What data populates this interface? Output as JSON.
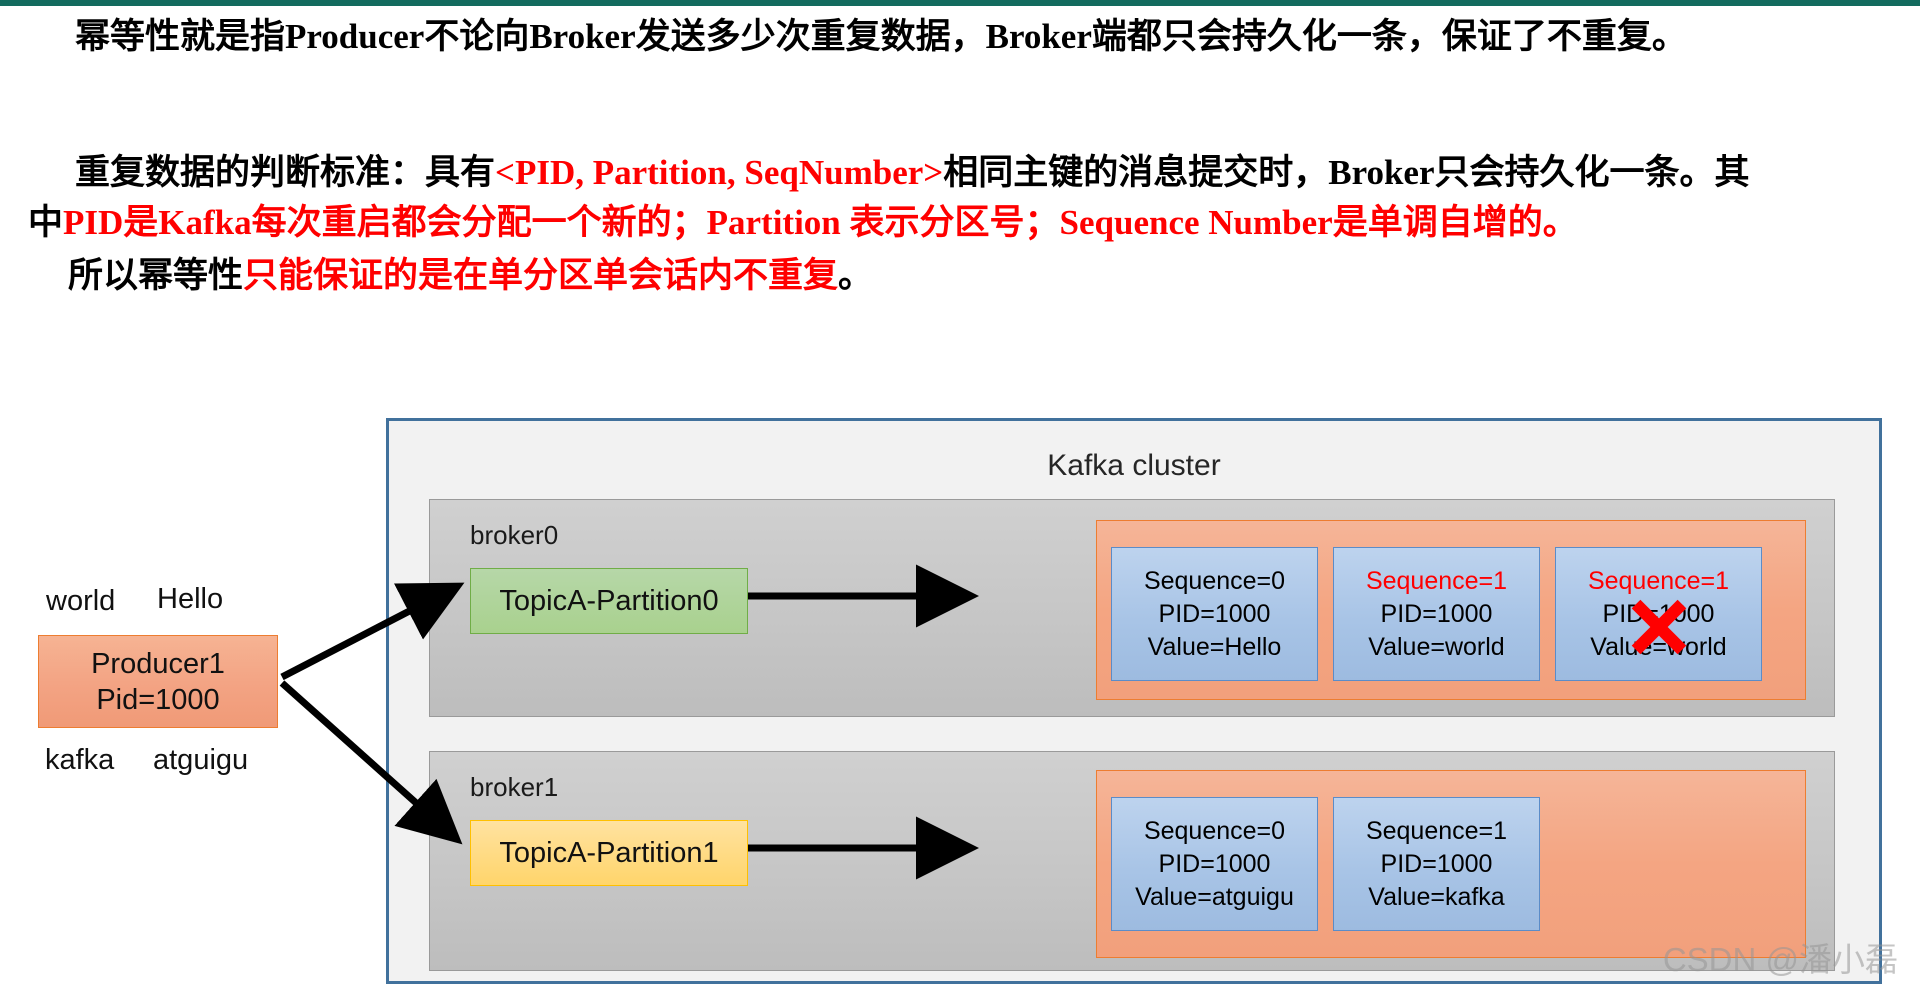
{
  "document": {
    "top_rule_color": "#136b5e",
    "paragraph_1": "幂等性就是指Producer不论向Broker发送多少次重复数据，Broker端都只会持久化一条，保证了不重复。",
    "paragraph_2": {
      "line1_prefix": "重复数据的判断标准：具有",
      "line1_red": "<PID, Partition, SeqNumber>",
      "line1_suffix": "相同主键的消息提交时，Broker只会持久化一条。其",
      "line2_prefix": "中",
      "line2_red": "PID是Kafka每次重启都会分配一个新的；Partition 表示分区号；Sequence Number是单调自增的。"
    },
    "paragraph_3": {
      "prefix": "所以幂等性",
      "red": "只能保证的是在单分区单会话内不重复",
      "suffix": "。"
    }
  },
  "diagram": {
    "title": "Kafka cluster",
    "border_color": "#41719c",
    "background_color": "#f2f2f2",
    "producer": {
      "name": "Producer1",
      "pid": "Pid=1000",
      "box_color": "#f3a383",
      "labels": {
        "top_left": "world",
        "top_right": "Hello",
        "bottom_left": "kafka",
        "bottom_right": "atguigu"
      }
    },
    "brokers": [
      {
        "label": "broker0",
        "partition": {
          "name": "TopicA-Partition0",
          "fill": "#a9d18e",
          "stroke": "#70ad47"
        },
        "messages": [
          {
            "sequence": "Sequence=0",
            "sequence_highlighted": false,
            "pid": "PID=1000",
            "value": "Value=Hello",
            "rejected": false
          },
          {
            "sequence": "Sequence=1",
            "sequence_highlighted": true,
            "pid": "PID=1000",
            "value": "Value=world",
            "rejected": false
          },
          {
            "sequence": "Sequence=1",
            "sequence_highlighted": true,
            "pid": "PID=1000",
            "value": "Value=world",
            "rejected": true
          }
        ]
      },
      {
        "label": "broker1",
        "partition": {
          "name": "TopicA-Partition1",
          "fill": "#ffd56b",
          "stroke": "#ffc000"
        },
        "messages": [
          {
            "sequence": "Sequence=0",
            "sequence_highlighted": false,
            "pid": "PID=1000",
            "value": "Value=atguigu",
            "rejected": false
          },
          {
            "sequence": "Sequence=1",
            "sequence_highlighted": false,
            "pid": "PID=1000",
            "value": "Value=kafka",
            "rejected": false
          }
        ]
      }
    ],
    "accent_colors": {
      "red": "#ff0000",
      "log_strip": "#f4a582",
      "message": "#a8c4e6",
      "broker": "#c6c6c6"
    }
  },
  "watermark": "CSDN @潘小磊"
}
